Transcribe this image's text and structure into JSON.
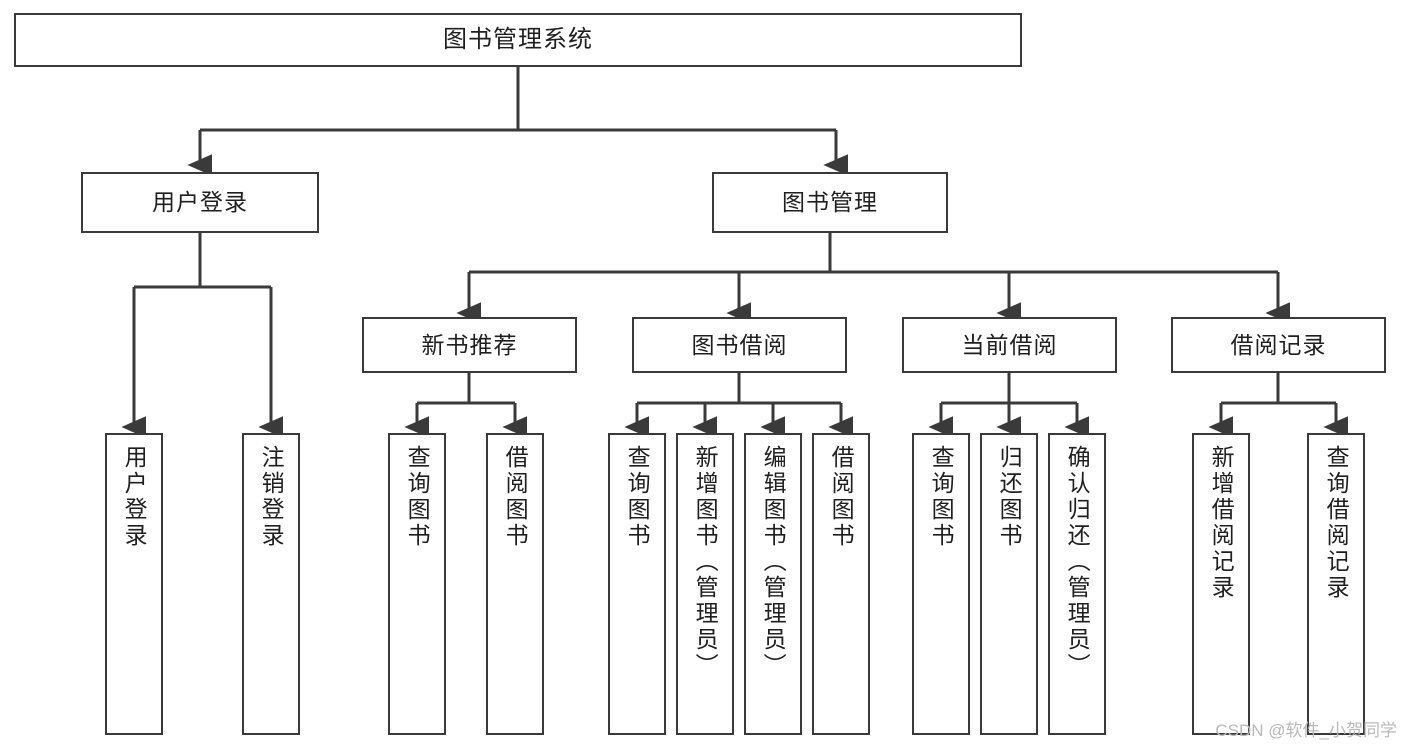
{
  "diagram": {
    "title": "图书管理系统",
    "root": {
      "label": "图书管理系统"
    },
    "level2": [
      {
        "label": "用户登录"
      },
      {
        "label": "图书管理"
      }
    ],
    "level3": [
      {
        "label": "新书推荐"
      },
      {
        "label": "图书借阅"
      },
      {
        "label": "当前借阅"
      },
      {
        "label": "借阅记录"
      }
    ],
    "leaves": {
      "user_login": [
        {
          "label": "用户登录"
        },
        {
          "label": "注销登录"
        }
      ],
      "new_book_recommend": [
        {
          "label": "查询图书"
        },
        {
          "label": "借阅图书"
        }
      ],
      "book_borrow": [
        {
          "label": "查询图书"
        },
        {
          "label": "新增图书（管理员）"
        },
        {
          "label": "编辑图书（管理员）"
        },
        {
          "label": "借阅图书"
        }
      ],
      "current_borrow": [
        {
          "label": "查询图书"
        },
        {
          "label": "归还图书"
        },
        {
          "label": "确认归还（管理员）"
        }
      ],
      "borrow_record": [
        {
          "label": "新增借阅记录"
        },
        {
          "label": "查询借阅记录"
        }
      ]
    }
  },
  "watermark": {
    "text": "CSDN @软件_小贺同学"
  },
  "colors": {
    "stroke": "#3a3a3a",
    "fill": "#ffffff",
    "text": "#1f1f1f",
    "watermark": "#b9b9b9"
  }
}
